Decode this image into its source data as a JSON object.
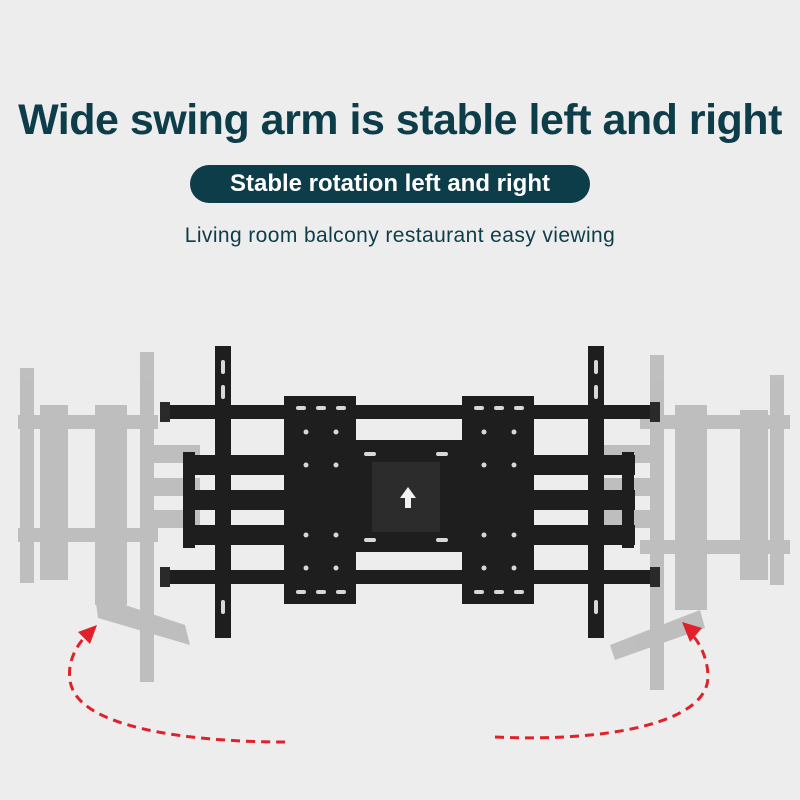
{
  "headline": "Wide swing arm is stable left and right",
  "badge": "Stable rotation left and right",
  "subtitle": "Living room balcony restaurant easy viewing",
  "colors": {
    "background": "#ededed",
    "heading": "#0e3d4a",
    "badge_bg": "#0e3d4a",
    "badge_text": "#ffffff",
    "mount_black": "#1e1e1e",
    "ghost_gray": "#b9b9b9",
    "arrow_red": "#e0202a"
  },
  "icons": [
    "up-arrow-icon",
    "rotation-arrow-left-icon",
    "rotation-arrow-right-icon"
  ]
}
